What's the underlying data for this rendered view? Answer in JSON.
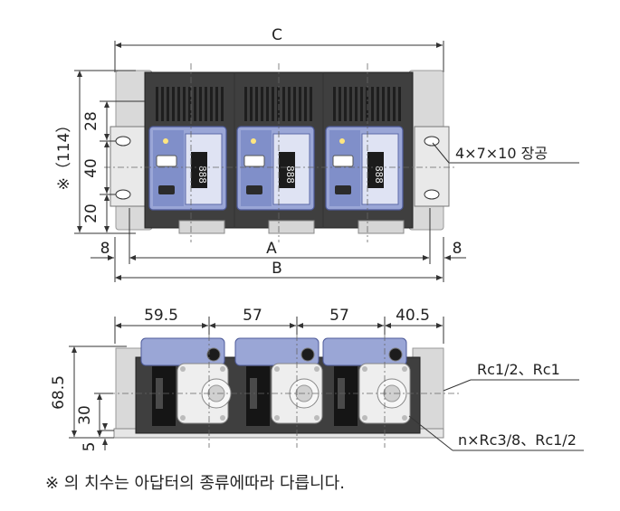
{
  "top_view": {
    "dim_C": "C",
    "dim_A": "A",
    "dim_B": "B",
    "dim_8_left": "8",
    "dim_8_right": "8",
    "dim_114": "※（114）",
    "dim_28": "28",
    "dim_40": "40",
    "dim_20": "20",
    "hole_note": "4×7×10 장공",
    "display_digits": "888"
  },
  "front_view": {
    "dim_59_5": "59.5",
    "dim_57_a": "57",
    "dim_57_b": "57",
    "dim_40_5": "40.5",
    "dim_68_5": "68.5",
    "dim_30": "30",
    "dim_5": "5",
    "port_note_top": "Rc1/2、Rc1",
    "port_note_bottom": "n×Rc3/8、Rc1/2"
  },
  "footnote": "※ 의 치수는 아답터의 종류에따라 다릅니다.",
  "colors": {
    "body_dark": "#3f3f3f",
    "body_mid": "#5a5a5a",
    "panel_blue": "#9aa6d6",
    "panel_blue_dark": "#6c7bbf",
    "adapter_grey": "#d8d8d8",
    "fitting_white": "#eeeeee"
  }
}
